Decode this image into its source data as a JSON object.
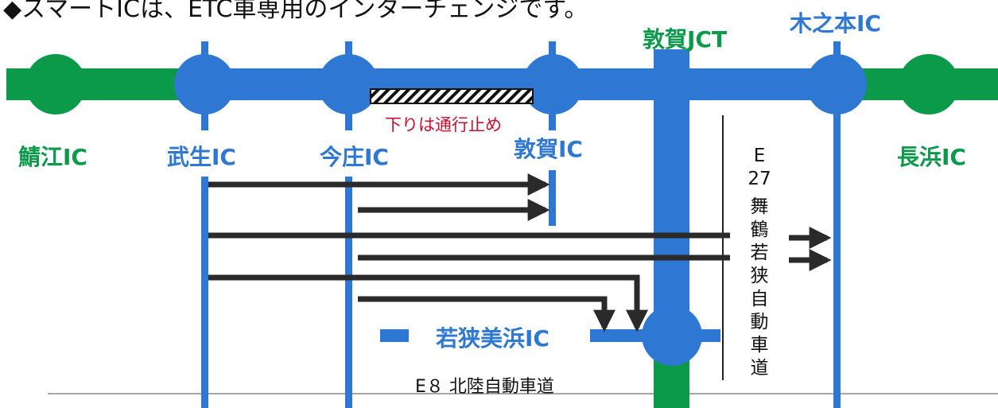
{
  "note": "◆スマートICは、ETC車専用のインターチェンジです。",
  "interchanges": {
    "sabae": "鯖江IC",
    "takefu": "武生IC",
    "imajo": "今庄IC",
    "tsuruga": "敦賀IC",
    "tsuruga_jct": "敦賀JCT",
    "kinomoto": "木之本IC",
    "nagahama": "長浜IC",
    "wakasa_mihama": "若狭美浜IC"
  },
  "closure_label": "下りは通行止め",
  "expressways": {
    "e8": "E８ 北陸自動車道",
    "e27_code": [
      "E",
      "27"
    ],
    "e27_name": [
      "舞",
      "鶴",
      "若",
      "狭",
      "自",
      "動",
      "車",
      "道"
    ]
  },
  "colors": {
    "green_road": "#0a9a4a",
    "blue_road": "#2e78d3",
    "ic_circle": "#2e78d3",
    "arrow": "#2a2a2a",
    "closure_text": "#c8102e",
    "label_green": "#0a9a4a",
    "label_blue": "#2e78d3"
  }
}
